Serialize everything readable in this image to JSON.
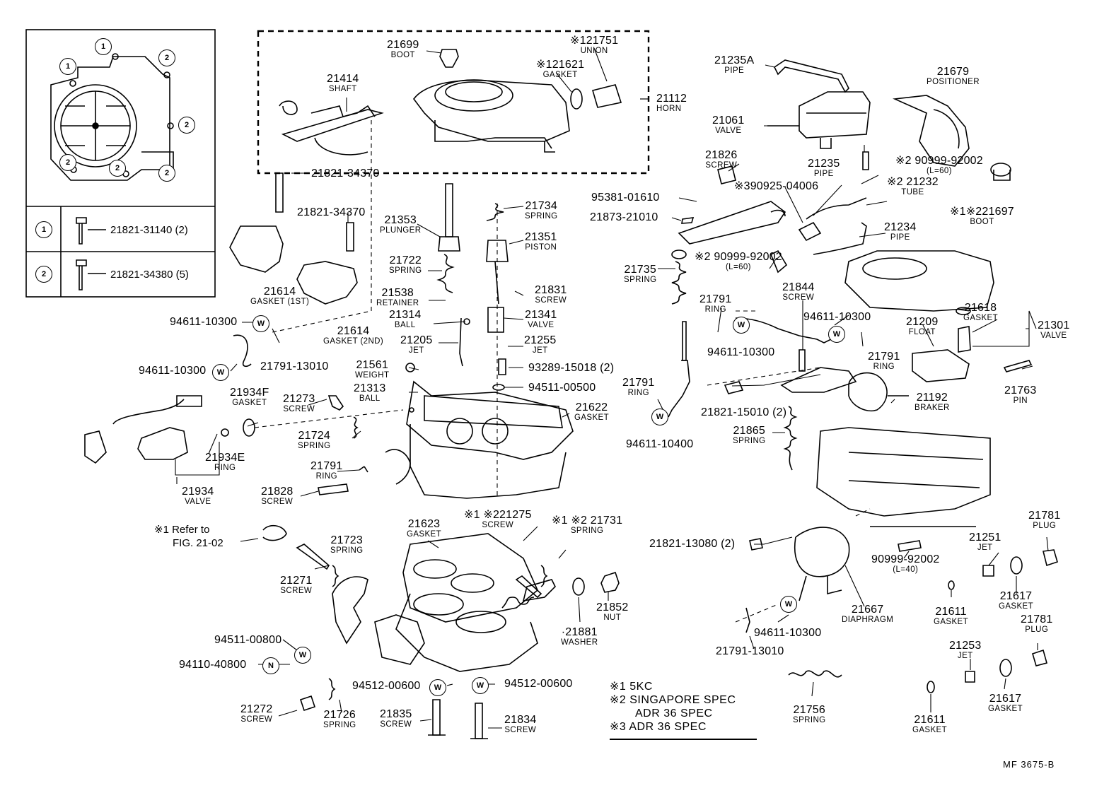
{
  "inset": {
    "circle1": "1",
    "circle2": "2",
    "row1_label": "21821-31140 (2)",
    "row2_label": "21821-34380 (5)"
  },
  "parts": [
    {
      "id": "p21699",
      "num": "21699",
      "name": "BOOT"
    },
    {
      "id": "p21751",
      "num": "※121751",
      "name": "UNION"
    },
    {
      "id": "p21621",
      "num": "※121621",
      "name": "GASKET"
    },
    {
      "id": "p21414",
      "num": "21414",
      "name": "SHAFT"
    },
    {
      "id": "p21112",
      "num": "21112",
      "name": "HORN"
    },
    {
      "id": "p21821a",
      "num": "21821-34370",
      "name": ""
    },
    {
      "id": "p21821b",
      "num": "21821-34370",
      "name": ""
    },
    {
      "id": "p21614a",
      "num": "21614",
      "name": "GASKET (1ST)"
    },
    {
      "id": "p21614b",
      "num": "21614",
      "name": "GASKET (2ND)"
    },
    {
      "id": "p21353",
      "num": "21353",
      "name": "PLUNGER"
    },
    {
      "id": "p21734",
      "num": "21734",
      "name": "SPRING"
    },
    {
      "id": "p21351",
      "num": "21351",
      "name": "PISTON"
    },
    {
      "id": "p21722",
      "num": "21722",
      "name": "SPRING"
    },
    {
      "id": "p21831",
      "num": "21831",
      "name": "SCREW"
    },
    {
      "id": "p21538",
      "num": "21538",
      "name": "RETAINER"
    },
    {
      "id": "p21314",
      "num": "21314",
      "name": "BALL"
    },
    {
      "id": "p21341",
      "num": "21341",
      "name": "VALVE"
    },
    {
      "id": "p21205",
      "num": "21205",
      "name": "JET"
    },
    {
      "id": "p21255",
      "num": "21255",
      "name": "JET"
    },
    {
      "id": "p94611a",
      "num": "94611-10300",
      "name": ""
    },
    {
      "id": "p21791_13010a",
      "num": "21791-13010",
      "name": ""
    },
    {
      "id": "p94611b",
      "num": "94611-10300",
      "name": ""
    },
    {
      "id": "p21561",
      "num": "21561",
      "name": "WEIGHT"
    },
    {
      "id": "p93289",
      "num": "93289-15018 (2)",
      "name": ""
    },
    {
      "id": "p21313",
      "num": "21313",
      "name": "BALL"
    },
    {
      "id": "p94511_00500",
      "num": "94511-00500",
      "name": ""
    },
    {
      "id": "p21934F",
      "num": "21934F",
      "name": "GASKET"
    },
    {
      "id": "p21273",
      "num": "21273",
      "name": "SCREW"
    },
    {
      "id": "p21622",
      "num": "21622",
      "name": "GASKET"
    },
    {
      "id": "p21724",
      "num": "21724",
      "name": "SPRING"
    },
    {
      "id": "p21934E",
      "num": "21934E",
      "name": "RING"
    },
    {
      "id": "p21791a",
      "num": "21791",
      "name": "RING"
    },
    {
      "id": "p21934",
      "num": "21934",
      "name": "VALVE"
    },
    {
      "id": "p21828",
      "num": "21828",
      "name": "SCREW"
    },
    {
      "id": "p21275",
      "num": "※1 ※221275",
      "name": "SCREW"
    },
    {
      "id": "p21623",
      "num": "21623",
      "name": "GASKET"
    },
    {
      "id": "p21731",
      "num": "※1 ※2 21731",
      "name": "SPRING"
    },
    {
      "id": "p21723",
      "num": "21723",
      "name": "SPRING"
    },
    {
      "id": "p21271",
      "num": "21271",
      "name": "SCREW"
    },
    {
      "id": "p21852",
      "num": "21852",
      "name": "NUT"
    },
    {
      "id": "p21881",
      "num": "·21881",
      "name": "WASHER"
    },
    {
      "id": "p94511_00800",
      "num": "94511-00800",
      "name": ""
    },
    {
      "id": "p94110",
      "num": "94110-40800",
      "name": ""
    },
    {
      "id": "p94512a",
      "num": "94512-00600",
      "name": ""
    },
    {
      "id": "p94512b",
      "num": "94512-00600",
      "name": ""
    },
    {
      "id": "p21272",
      "num": "21272",
      "name": "SCREW"
    },
    {
      "id": "p21726",
      "num": "21726",
      "name": "SPRING"
    },
    {
      "id": "p21835",
      "num": "21835",
      "name": "SCREW"
    },
    {
      "id": "p21834",
      "num": "21834",
      "name": "SCREW"
    },
    {
      "id": "p21235A",
      "num": "21235A",
      "name": "PIPE"
    },
    {
      "id": "p21679",
      "num": "21679",
      "name": "POSITIONER"
    },
    {
      "id": "p21061",
      "num": "21061",
      "name": "VALVE"
    },
    {
      "id": "p21826",
      "num": "21826",
      "name": "SCREW"
    },
    {
      "id": "p21235",
      "num": "21235",
      "name": "PIPE"
    },
    {
      "id": "p90999a",
      "num": "※2 90999-92002",
      "name": "(L=60)"
    },
    {
      "id": "p95381",
      "num": "95381-01610",
      "name": ""
    },
    {
      "id": "p90925",
      "num": "※390925-04006",
      "name": ""
    },
    {
      "id": "p21232",
      "num": "※2 21232",
      "name": "TUBE"
    },
    {
      "id": "p21697",
      "num": "※1※221697",
      "name": "BOOT"
    },
    {
      "id": "p21873",
      "num": "21873-21010",
      "name": ""
    },
    {
      "id": "p21234",
      "num": "21234",
      "name": "PIPE"
    },
    {
      "id": "p90999b",
      "num": "※2 90999-92002",
      "name": "(L=60)"
    },
    {
      "id": "p21735",
      "num": "21735",
      "name": "SPRING"
    },
    {
      "id": "p21844",
      "num": "21844",
      "name": "SCREW"
    },
    {
      "id": "p21791b",
      "num": "21791",
      "name": "RING"
    },
    {
      "id": "p94611c",
      "num": "94611-10300",
      "name": ""
    },
    {
      "id": "p21618",
      "num": "21618",
      "name": "GASKET"
    },
    {
      "id": "p21209",
      "num": "21209",
      "name": "FLOAT"
    },
    {
      "id": "p21301",
      "num": "21301",
      "name": "VALVE"
    },
    {
      "id": "p94611d",
      "num": "94611-10300",
      "name": ""
    },
    {
      "id": "p21791c",
      "num": "21791",
      "name": "RING"
    },
    {
      "id": "p21791d",
      "num": "21791",
      "name": "RING"
    },
    {
      "id": "p21821_15010",
      "num": "21821-15010 (2)",
      "name": ""
    },
    {
      "id": "p21192",
      "num": "21192",
      "name": "BRAKER"
    },
    {
      "id": "p21763",
      "num": "21763",
      "name": "PIN"
    },
    {
      "id": "p21865",
      "num": "21865",
      "name": "SPRING"
    },
    {
      "id": "p94611_10400",
      "num": "94611-10400",
      "name": ""
    },
    {
      "id": "p21781a",
      "num": "21781",
      "name": "PLUG"
    },
    {
      "id": "p21251",
      "num": "21251",
      "name": "JET"
    },
    {
      "id": "p21821_13080",
      "num": "21821-13080 (2)",
      "name": ""
    },
    {
      "id": "p90999c",
      "num": "90999-92002",
      "name": "(L=40)"
    },
    {
      "id": "p21617a",
      "num": "21617",
      "name": "GASKET"
    },
    {
      "id": "p21667",
      "num": "21667",
      "name": "DIAPHRAGM"
    },
    {
      "id": "p21611a",
      "num": "21611",
      "name": "GASKET"
    },
    {
      "id": "p94611e",
      "num": "94611-10300",
      "name": ""
    },
    {
      "id": "p21781b",
      "num": "21781",
      "name": "PLUG"
    },
    {
      "id": "p21791_13010b",
      "num": "21791-13010",
      "name": ""
    },
    {
      "id": "p21253",
      "num": "21253",
      "name": "JET"
    },
    {
      "id": "p21756",
      "num": "21756",
      "name": "SPRING"
    },
    {
      "id": "p21617b",
      "num": "21617",
      "name": "GASKET"
    },
    {
      "id": "p21611b",
      "num": "21611",
      "name": "GASKET"
    }
  ],
  "refer": {
    "line1": "※1 Refer to",
    "line2": "FIG. 21-02"
  },
  "washer_marks": {
    "w": "W",
    "n": "N"
  },
  "notes": {
    "n1": "※1 5KC",
    "n2": "※2 SINGAPORE SPEC",
    "n2b": "ADR 36 SPEC",
    "n3": "※3 ADR 36 SPEC"
  },
  "code": "MF 3675-B"
}
